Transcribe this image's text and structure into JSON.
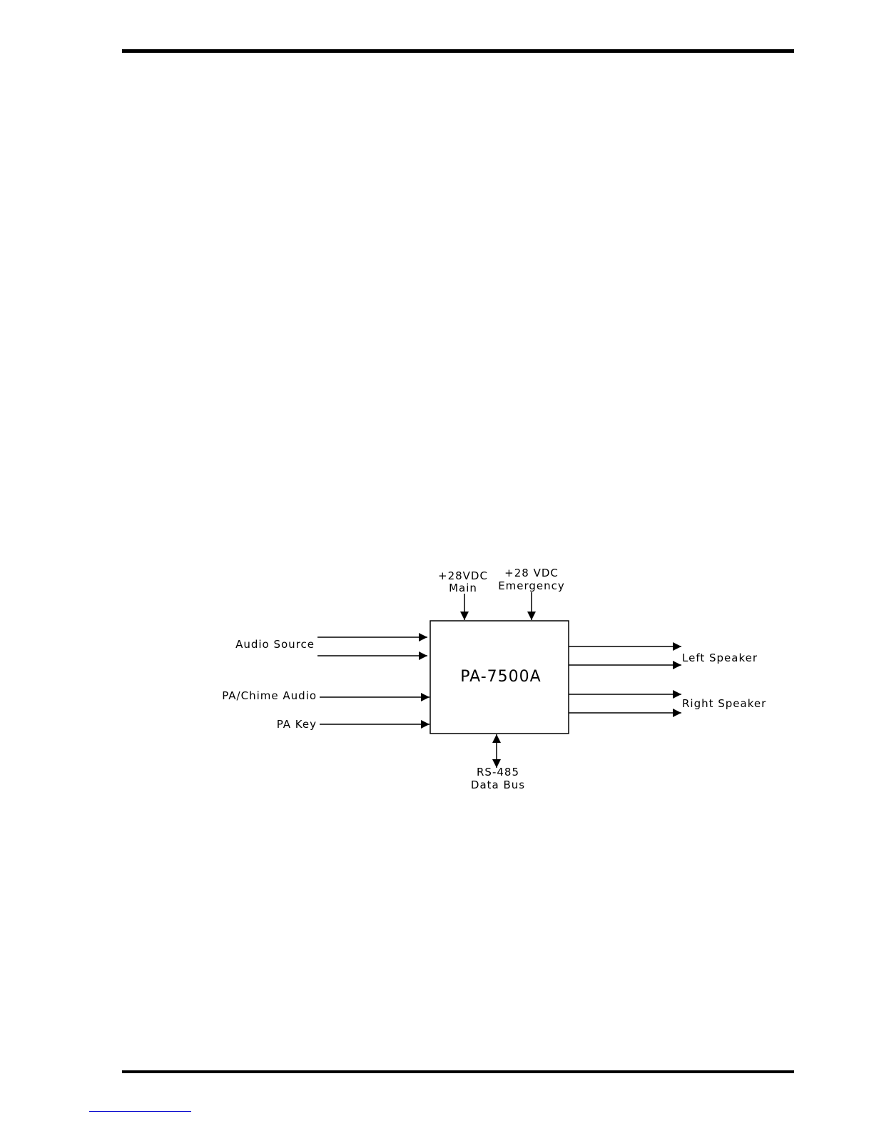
{
  "block": {
    "name": "PA-7500A"
  },
  "inputs": {
    "power_main": [
      "+28VDC",
      "Main"
    ],
    "power_emergency": [
      "+28 VDC",
      "Emergency"
    ],
    "audio_source": "Audio Source",
    "pa_chime_audio": "PA/Chime Audio",
    "pa_key": "PA Key"
  },
  "outputs": {
    "left_speaker": "Left Speaker",
    "right_speaker": "Right Speaker"
  },
  "bus": {
    "data_bus": [
      "RS-485",
      "Data Bus"
    ]
  },
  "colors": {
    "line": "#000000",
    "footer_link": "#0000cc"
  }
}
